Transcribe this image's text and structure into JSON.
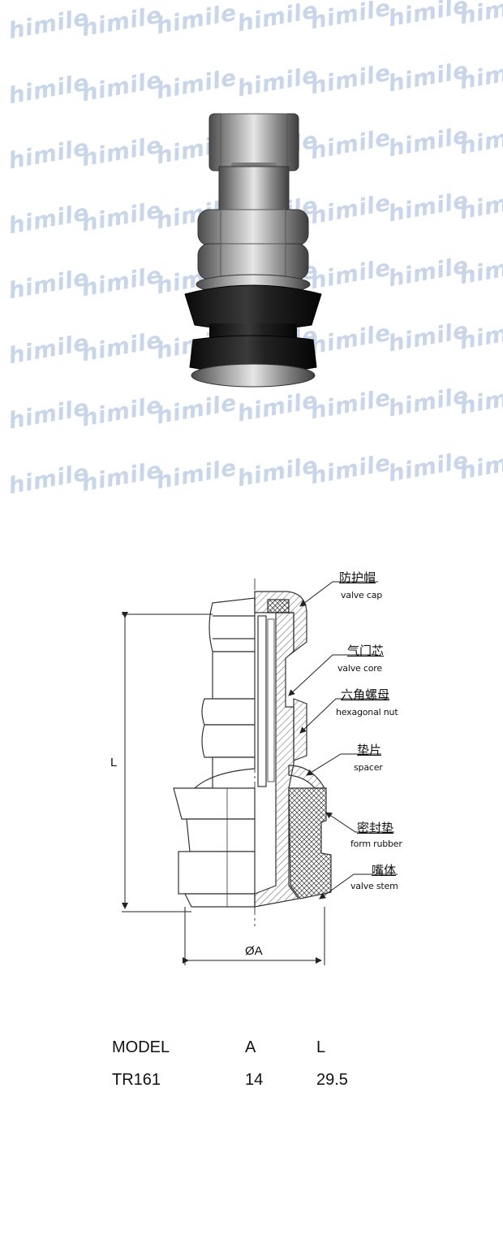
{
  "watermark": {
    "text": "himile"
  },
  "diagram": {
    "callouts": [
      {
        "cn": "防护帽",
        "en": "valve cap"
      },
      {
        "cn": "气门芯",
        "en": "valve core"
      },
      {
        "cn": "六角螺母",
        "en": "hexagonal nut"
      },
      {
        "cn": "垫片",
        "en": "spacer"
      },
      {
        "cn": "密封垫",
        "en": "form rubber"
      },
      {
        "cn": "嘴体",
        "en": "valve stem"
      }
    ],
    "dimension_length": "L",
    "dimension_diameter": "ØA"
  },
  "spec_table": {
    "headers": [
      "MODEL",
      "A",
      "L"
    ],
    "rows": [
      [
        "TR161",
        "14",
        "29.5"
      ]
    ]
  }
}
